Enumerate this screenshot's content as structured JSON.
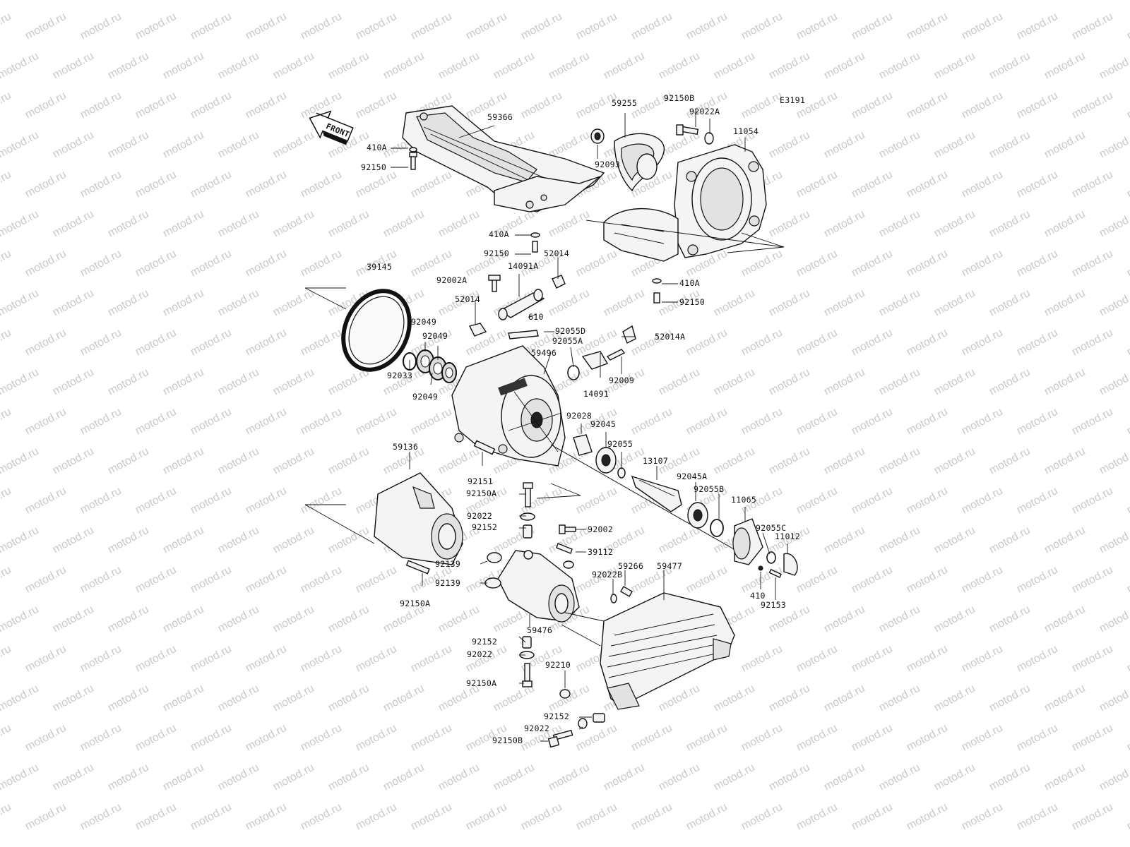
{
  "diagram_code": "E3191",
  "front_label": "FRONT",
  "watermark_text": "motod.ru",
  "labels": [
    {
      "id": "l-59366",
      "text": "59366"
    },
    {
      "id": "l-59255",
      "text": "59255"
    },
    {
      "id": "l-92150B-top",
      "text": "92150B"
    },
    {
      "id": "l-92022A",
      "text": "92022A"
    },
    {
      "id": "l-11054",
      "text": "11054"
    },
    {
      "id": "l-410A-1",
      "text": "410A"
    },
    {
      "id": "l-92150-1",
      "text": "92150"
    },
    {
      "id": "l-92093",
      "text": "92093"
    },
    {
      "id": "l-410A-2",
      "text": "410A"
    },
    {
      "id": "l-92150-2",
      "text": "92150"
    },
    {
      "id": "l-52014-1",
      "text": "52014"
    },
    {
      "id": "l-39145",
      "text": "39145"
    },
    {
      "id": "l-92002A",
      "text": "92002A"
    },
    {
      "id": "l-14091A",
      "text": "14091A"
    },
    {
      "id": "l-410A-3",
      "text": "410A"
    },
    {
      "id": "l-92150-3",
      "text": "92150"
    },
    {
      "id": "l-52014-2",
      "text": "52014"
    },
    {
      "id": "l-610",
      "text": "610"
    },
    {
      "id": "l-92049-1",
      "text": "92049"
    },
    {
      "id": "l-92049-2",
      "text": "92049"
    },
    {
      "id": "l-92055D",
      "text": "92055D"
    },
    {
      "id": "l-92055A",
      "text": "92055A"
    },
    {
      "id": "l-52014A",
      "text": "52014A"
    },
    {
      "id": "l-59496",
      "text": "59496"
    },
    {
      "id": "l-92033",
      "text": "92033"
    },
    {
      "id": "l-92049-3",
      "text": "92049"
    },
    {
      "id": "l-92009",
      "text": "92009"
    },
    {
      "id": "l-14091",
      "text": "14091"
    },
    {
      "id": "l-92028",
      "text": "92028"
    },
    {
      "id": "l-92045",
      "text": "92045"
    },
    {
      "id": "l-92055",
      "text": "92055"
    },
    {
      "id": "l-59136",
      "text": "59136"
    },
    {
      "id": "l-13107",
      "text": "13107"
    },
    {
      "id": "l-92151",
      "text": "92151"
    },
    {
      "id": "l-92150A-1",
      "text": "92150A"
    },
    {
      "id": "l-92045A",
      "text": "92045A"
    },
    {
      "id": "l-92055B",
      "text": "92055B"
    },
    {
      "id": "l-11065",
      "text": "11065"
    },
    {
      "id": "l-92022-1",
      "text": "92022"
    },
    {
      "id": "l-92152-1",
      "text": "92152"
    },
    {
      "id": "l-92002",
      "text": "92002"
    },
    {
      "id": "l-92055C",
      "text": "92055C"
    },
    {
      "id": "l-11012",
      "text": "11012"
    },
    {
      "id": "l-39112",
      "text": "39112"
    },
    {
      "id": "l-92139-1",
      "text": "92139"
    },
    {
      "id": "l-59266",
      "text": "59266"
    },
    {
      "id": "l-92022B",
      "text": "92022B"
    },
    {
      "id": "l-59477",
      "text": "59477"
    },
    {
      "id": "l-92139-2",
      "text": "92139"
    },
    {
      "id": "l-92150A-2",
      "text": "92150A"
    },
    {
      "id": "l-410",
      "text": "410"
    },
    {
      "id": "l-92153",
      "text": "92153"
    },
    {
      "id": "l-92152-2",
      "text": "92152"
    },
    {
      "id": "l-59476",
      "text": "59476"
    },
    {
      "id": "l-92022-2",
      "text": "92022"
    },
    {
      "id": "l-92210",
      "text": "92210"
    },
    {
      "id": "l-92150A-3",
      "text": "92150A"
    },
    {
      "id": "l-92152-3",
      "text": "92152"
    },
    {
      "id": "l-92022-3",
      "text": "92022"
    },
    {
      "id": "l-92150B-bot",
      "text": "92150B"
    }
  ]
}
